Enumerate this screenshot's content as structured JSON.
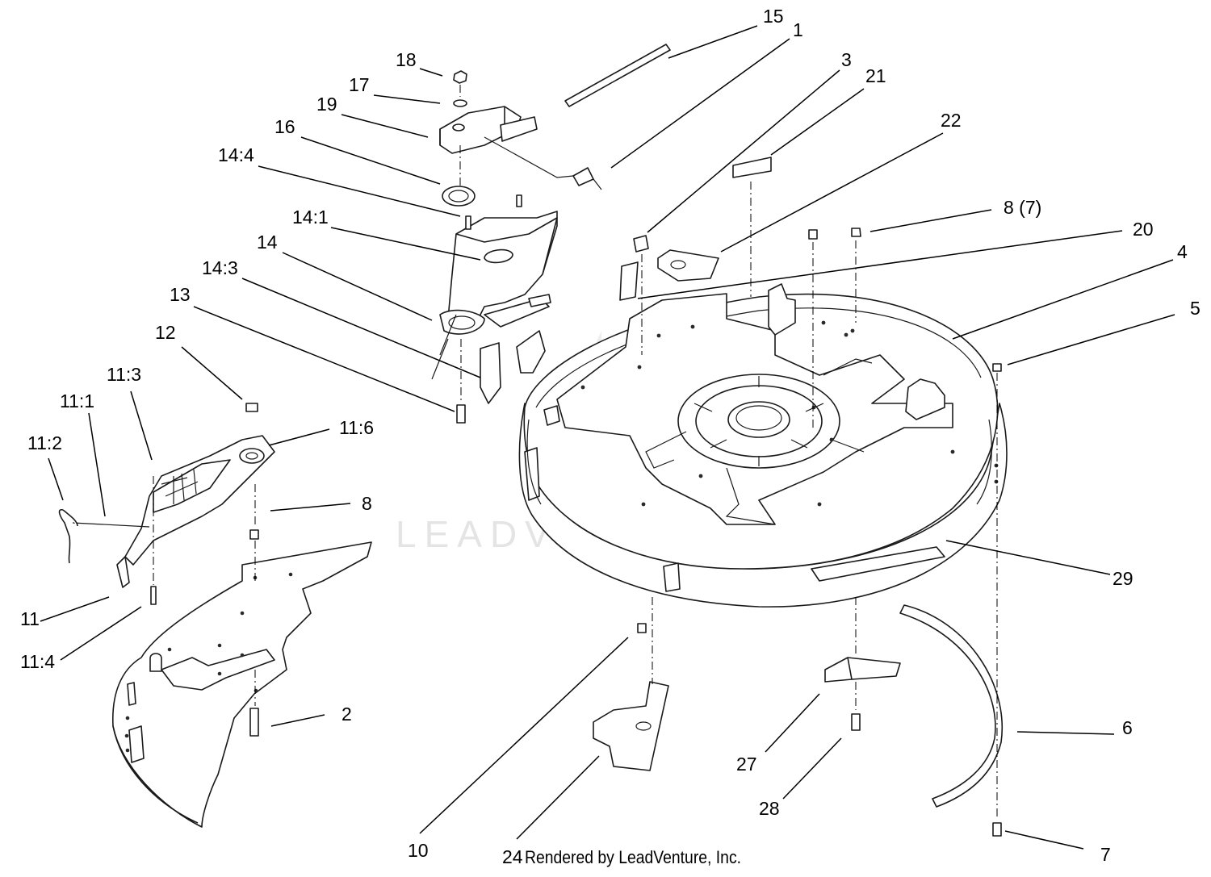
{
  "watermark": "LEADVENTURE",
  "credit": "Rendered by LeadVenture, Inc.",
  "callouts": [
    {
      "id": "c15",
      "label": "15"
    },
    {
      "id": "c1",
      "label": "1"
    },
    {
      "id": "c3",
      "label": "3"
    },
    {
      "id": "c21",
      "label": "21"
    },
    {
      "id": "c22",
      "label": "22"
    },
    {
      "id": "c18",
      "label": "18"
    },
    {
      "id": "c17",
      "label": "17"
    },
    {
      "id": "c19",
      "label": "19"
    },
    {
      "id": "c16",
      "label": "16"
    },
    {
      "id": "c14_4",
      "label": "14:4"
    },
    {
      "id": "c14_1",
      "label": "14:1"
    },
    {
      "id": "c14",
      "label": "14"
    },
    {
      "id": "c14_3",
      "label": "14:3"
    },
    {
      "id": "c13",
      "label": "13"
    },
    {
      "id": "c12",
      "label": "12"
    },
    {
      "id": "c11_3",
      "label": "11:3"
    },
    {
      "id": "c11_1",
      "label": "11:1"
    },
    {
      "id": "c11_2",
      "label": "11:2"
    },
    {
      "id": "c11_6",
      "label": "11:6"
    },
    {
      "id": "c8",
      "label": "8"
    },
    {
      "id": "c11",
      "label": "11"
    },
    {
      "id": "c11_4",
      "label": "11:4"
    },
    {
      "id": "c2",
      "label": "2"
    },
    {
      "id": "c8_7",
      "label": "8 (7)"
    },
    {
      "id": "c20",
      "label": "20"
    },
    {
      "id": "c4",
      "label": "4"
    },
    {
      "id": "c5",
      "label": "5"
    },
    {
      "id": "c29",
      "label": "29"
    },
    {
      "id": "c6",
      "label": "6"
    },
    {
      "id": "c27",
      "label": "27"
    },
    {
      "id": "c28",
      "label": "28"
    },
    {
      "id": "c10",
      "label": "10"
    },
    {
      "id": "c24",
      "label": "24"
    },
    {
      "id": "c7",
      "label": "7"
    }
  ]
}
